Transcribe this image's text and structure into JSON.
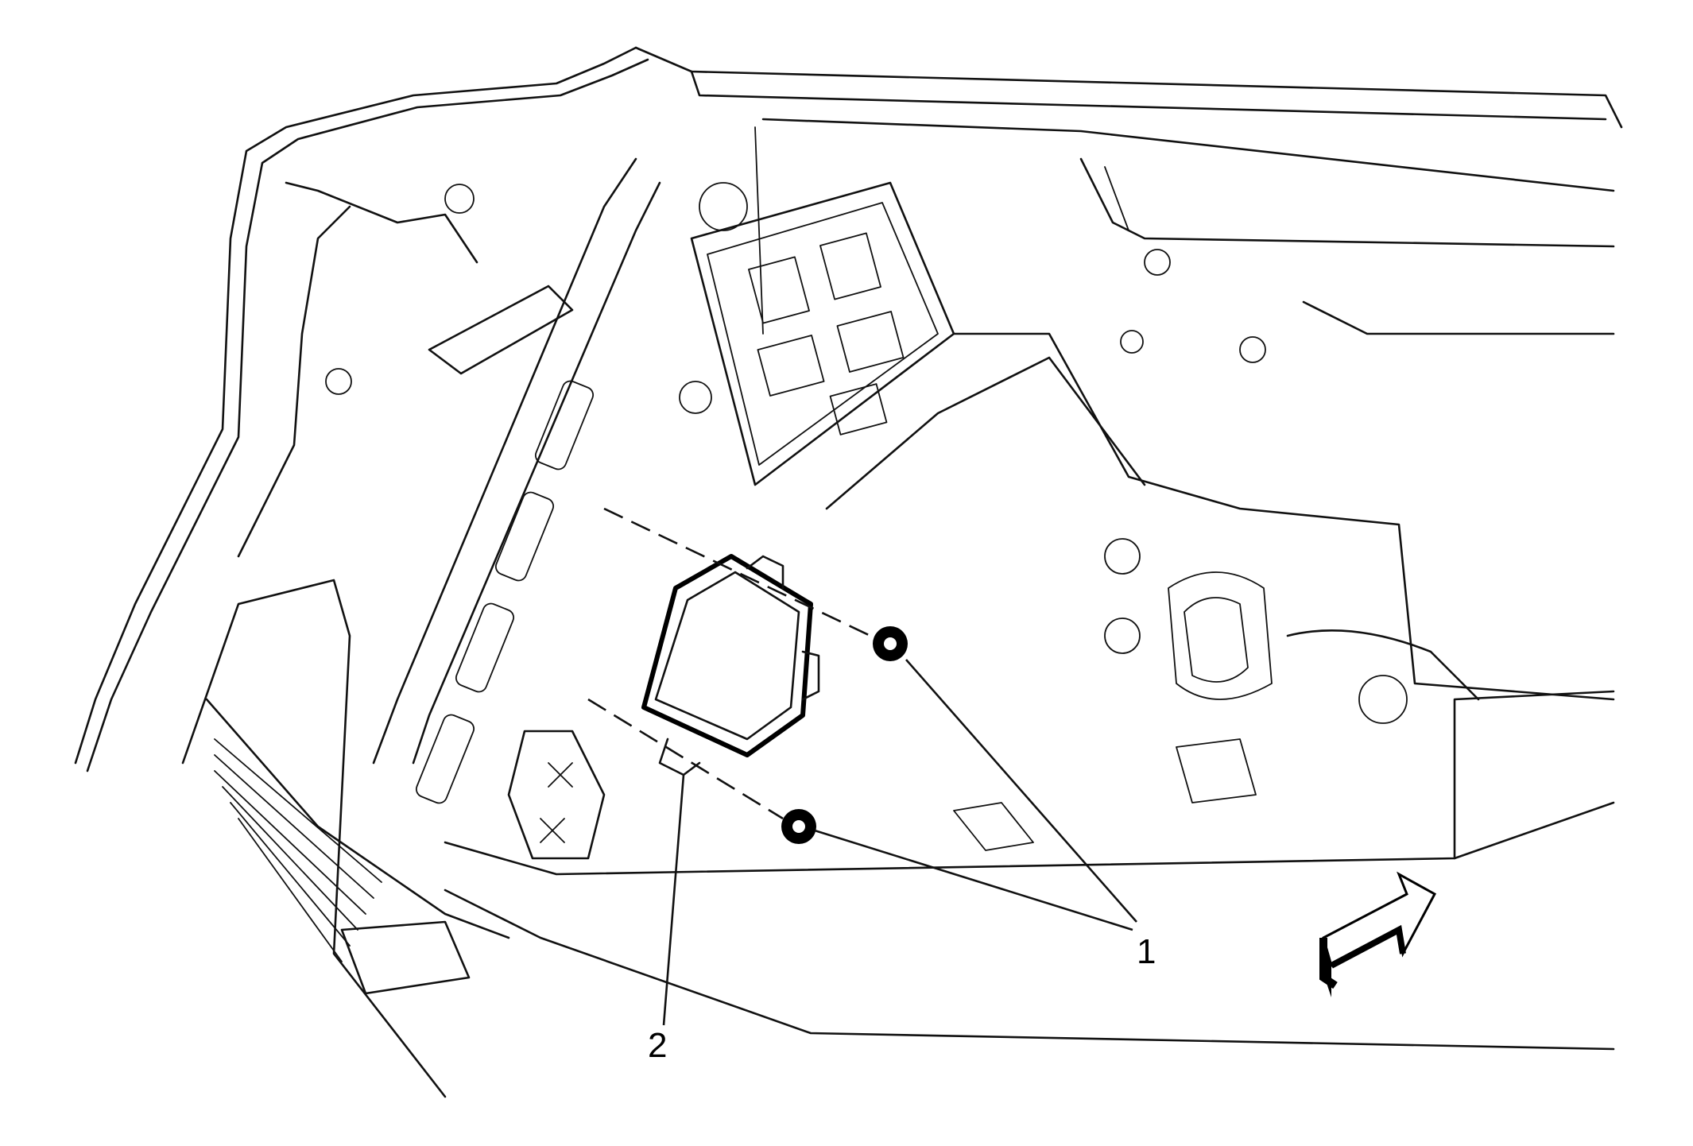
{
  "callouts": [
    {
      "id": "1",
      "label": "1"
    },
    {
      "id": "2",
      "label": "2"
    }
  ],
  "colors": {
    "line": "#111111",
    "background": "#ffffff"
  },
  "icons": {
    "direction": "forward-arrow-icon"
  }
}
